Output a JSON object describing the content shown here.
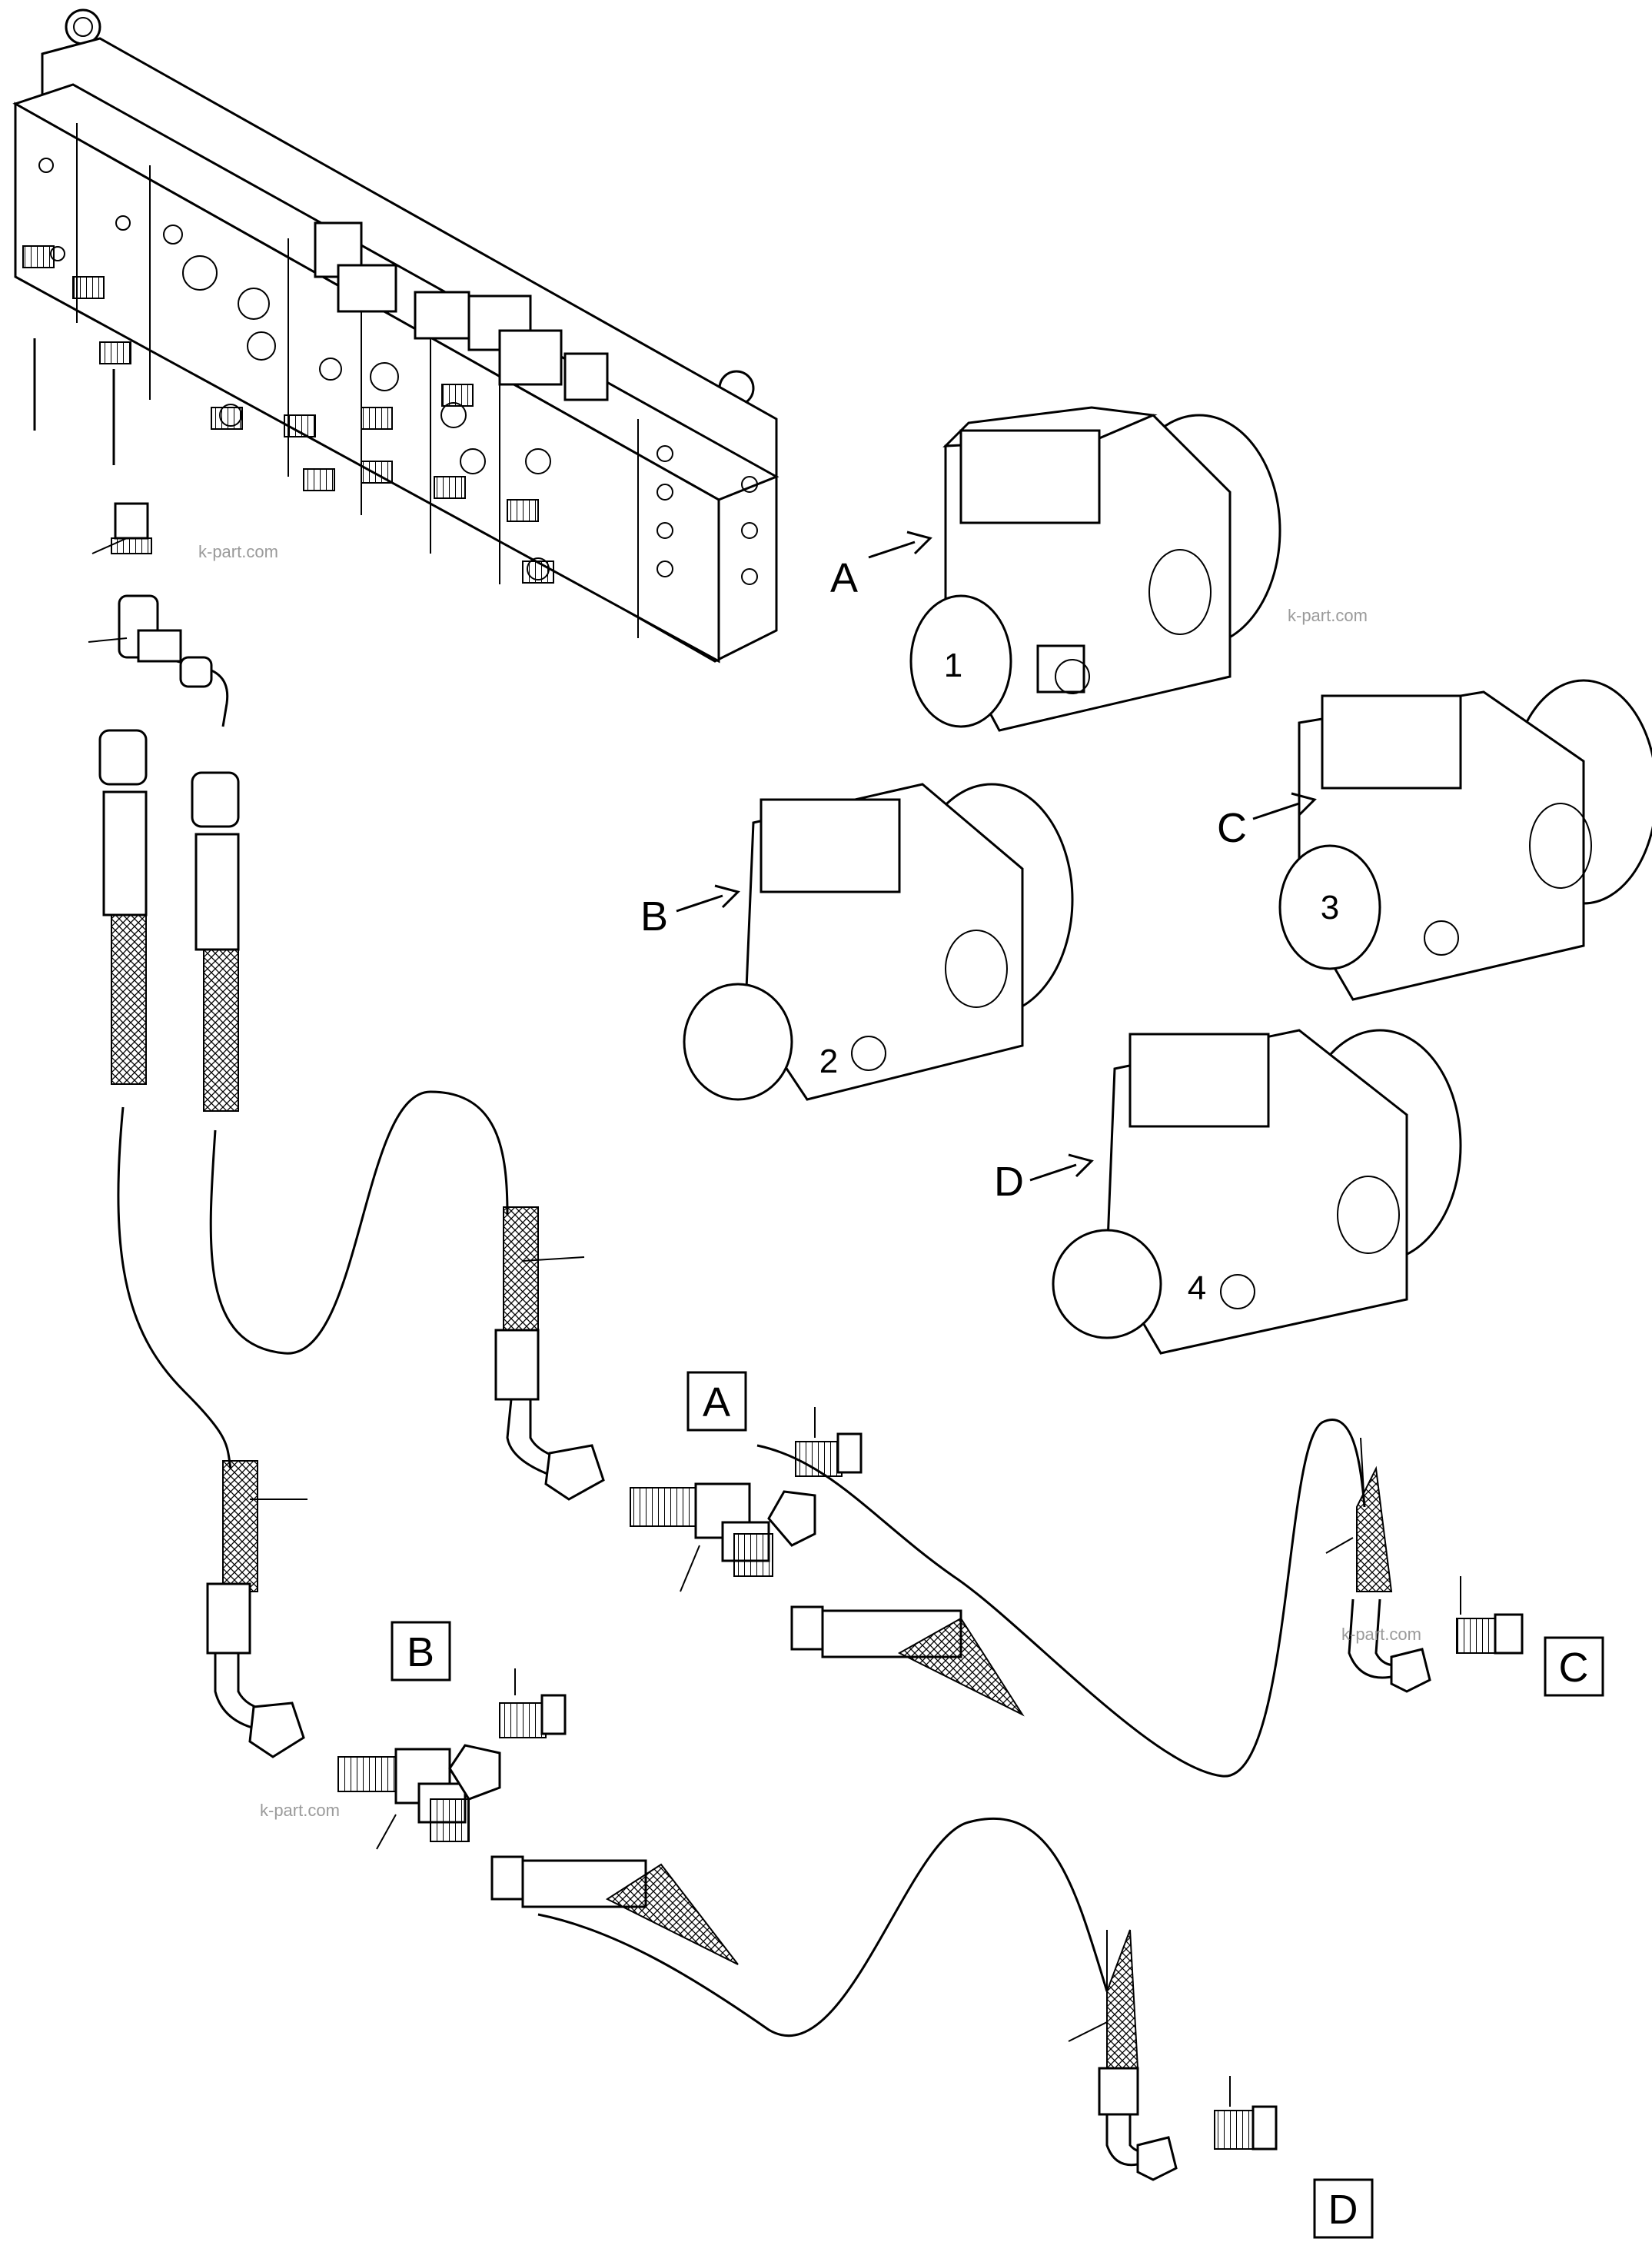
{
  "section_boxes": {
    "A": "A",
    "B": "B",
    "C": "C",
    "D": "D"
  },
  "view_arrows": {
    "A": "A",
    "B": "B",
    "C": "C",
    "D": "D"
  },
  "pump_numbers": [
    "1",
    "2",
    "3",
    "4"
  ],
  "watermark": "k-part.com"
}
